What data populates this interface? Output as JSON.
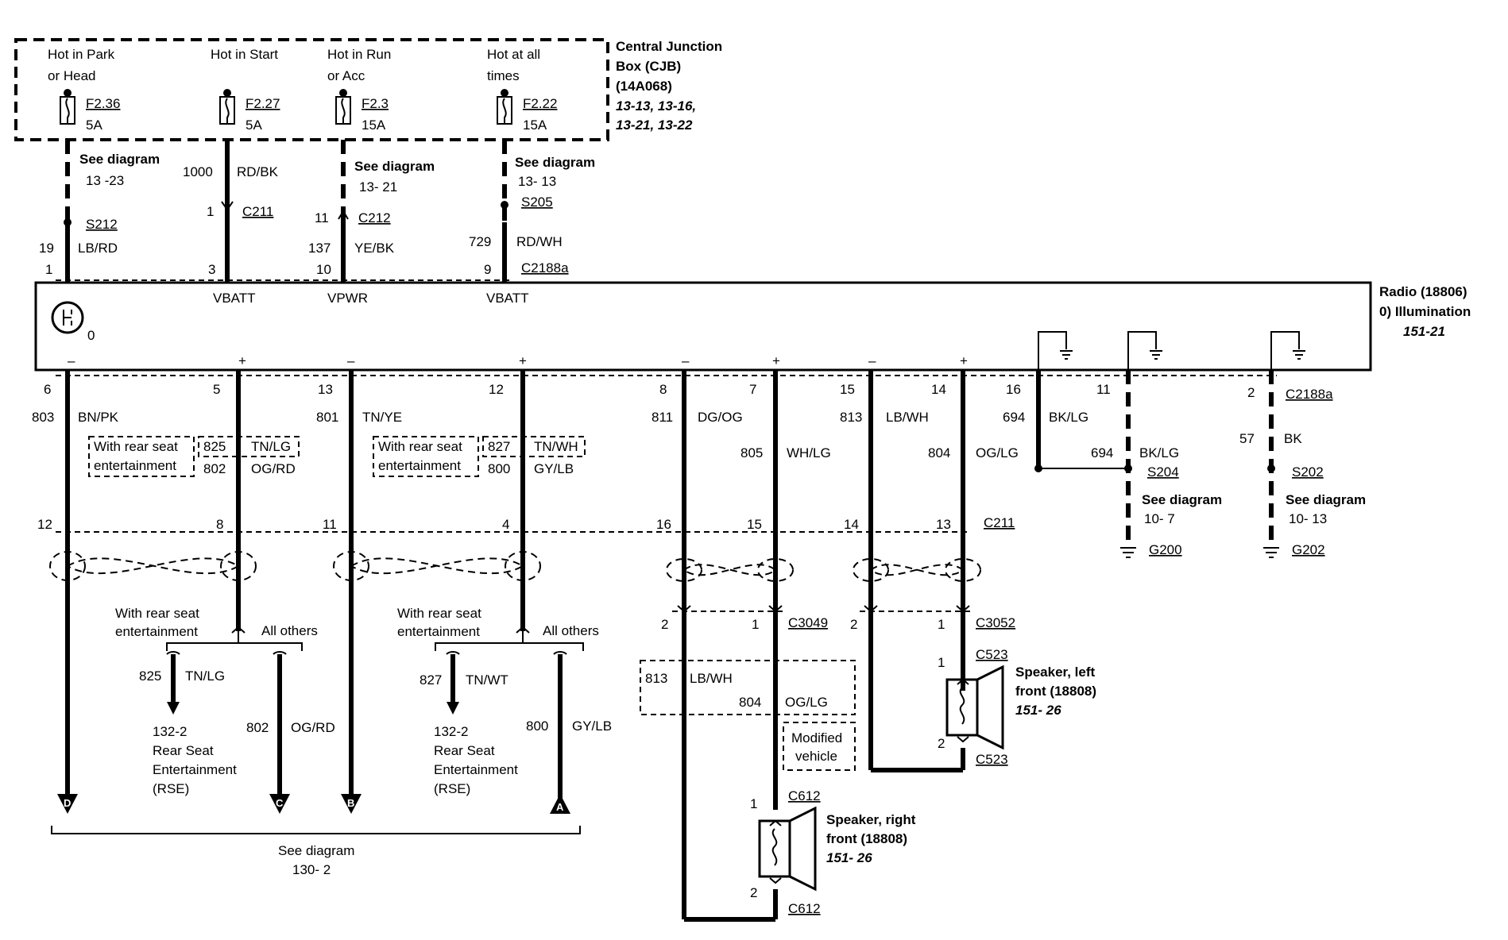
{
  "cjb": {
    "hot_park_1": "Hot in Park",
    "hot_park_2": "or Head",
    "hot_start": "Hot in Start",
    "hot_run_1": "Hot in Run",
    "hot_run_2": "or Acc",
    "hot_all_1": "Hot at all",
    "hot_all_2": "times",
    "title_1": "Central Junction",
    "title_2": "Box (CJB)",
    "title_3": "(14A068)",
    "ref_1": "13-13, 13-16,",
    "ref_2": "13-21, 13-22",
    "fuses": [
      {
        "id": "F2.36",
        "amp": "5A"
      },
      {
        "id": "F2.27",
        "amp": "5A"
      },
      {
        "id": "F2.3",
        "amp": "15A"
      },
      {
        "id": "F2.22",
        "amp": "15A"
      }
    ]
  },
  "top": {
    "see_diagram": "See diagram",
    "ref_13_23": "13 -23",
    "ref_13_21": "13- 21",
    "ref_13_13": "13- 13",
    "c1000": "1000",
    "rd_bk": "RD/BK",
    "pin1": "1",
    "c211": "C211",
    "pin11": "11",
    "c212": "C212",
    "s205": "S205",
    "s212": "S212",
    "c19": "19",
    "lb_rd": "LB/RD",
    "c137": "137",
    "ye_bk": "YE/BK",
    "c729": "729",
    "rd_wh": "RD/WH",
    "p1": "1",
    "p3": "3",
    "p10": "10",
    "p9": "9",
    "c2188a": "C2188a",
    "vbatt1": "VBATT",
    "vpwr": "VPWR",
    "vbatt2": "VBATT"
  },
  "radio": {
    "title_1": "Radio (18806)",
    "title_2": "0)  Illumination",
    "ref": "151-21",
    "symbol_index": "0",
    "minus": "–",
    "plus": "+"
  },
  "lower": {
    "pins": [
      "6",
      "5",
      "13",
      "12",
      "8",
      "7",
      "15",
      "14",
      "16",
      "11",
      "2"
    ],
    "c2188a": "C2188a",
    "w803": "803",
    "bn_pk": "BN/PK",
    "w801": "801",
    "tn_ye": "TN/YE",
    "w811": "811",
    "dg_og": "DG/OG",
    "w813": "813",
    "lb_wh": "LB/WH",
    "w694a": "694",
    "bk_lg_a": "BK/LG",
    "w57": "57",
    "bk": "BK",
    "rse_1": "With rear seat",
    "rse_2": "entertainment",
    "w825": "825",
    "tn_lg": "TN/LG",
    "w802": "802",
    "og_rd": "OG/RD",
    "w827": "827",
    "tn_wh": "TN/WH",
    "w800": "800",
    "gy_lb": "GY/LB",
    "w805": "805",
    "wh_lg": "WH/LG",
    "w804": "804",
    "og_lg": "OG/LG",
    "w694b": "694",
    "bk_lg_b": "BK/LG",
    "s204": "S204",
    "s202": "S202",
    "see_diagram": "See diagram",
    "ref_10_7": "10- 7",
    "ref_10_13": "10- 13",
    "g200": "G200",
    "g202": "G202",
    "c211_pins": [
      "12",
      "8",
      "11",
      "4",
      "16",
      "15",
      "14",
      "13"
    ],
    "c211": "C211"
  },
  "bottom": {
    "rse_1": "With rear seat",
    "rse_2": "entertainment",
    "all_others": "All others",
    "w825": "825",
    "tn_lg": "TN/LG",
    "w802": "802",
    "og_rd": "OG/RD",
    "w827": "827",
    "tn_wt": "TN/WT",
    "w800": "800",
    "gy_lb": "GY/LB",
    "rse_ref": "132-2",
    "rse_t1": "Rear Seat",
    "rse_t2": "Entertainment",
    "rse_t3": "(RSE)",
    "conn_d": "D",
    "conn_c": "C",
    "conn_b": "B",
    "conn_a": "A",
    "see_diagram": "See diagram",
    "ref_130_2": "130- 2",
    "c3049_p2": "2",
    "c3049_p1": "1",
    "c3049": "C3049",
    "c3052_p2": "2",
    "c3052_p1": "1",
    "c3052": "C3052",
    "mv_813": "813",
    "mv_lb_wh": "LB/WH",
    "mv_804": "804",
    "mv_og_lg": "OG/LG",
    "modified_1": "Modified",
    "modified_2": "vehicle",
    "c523_top": "C523",
    "c523_bot": "C523",
    "spk_l_p1": "1",
    "spk_l_p2": "2",
    "spk_l_1": "Speaker, left",
    "spk_l_2": "front (18808)",
    "spk_l_ref": "151- 26",
    "c612_top": "C612",
    "c612_bot": "C612",
    "spk_r_p1": "1",
    "spk_r_p2": "2",
    "spk_r_1": "Speaker, right",
    "spk_r_2": "front (18808)",
    "spk_r_ref": "151- 26"
  }
}
